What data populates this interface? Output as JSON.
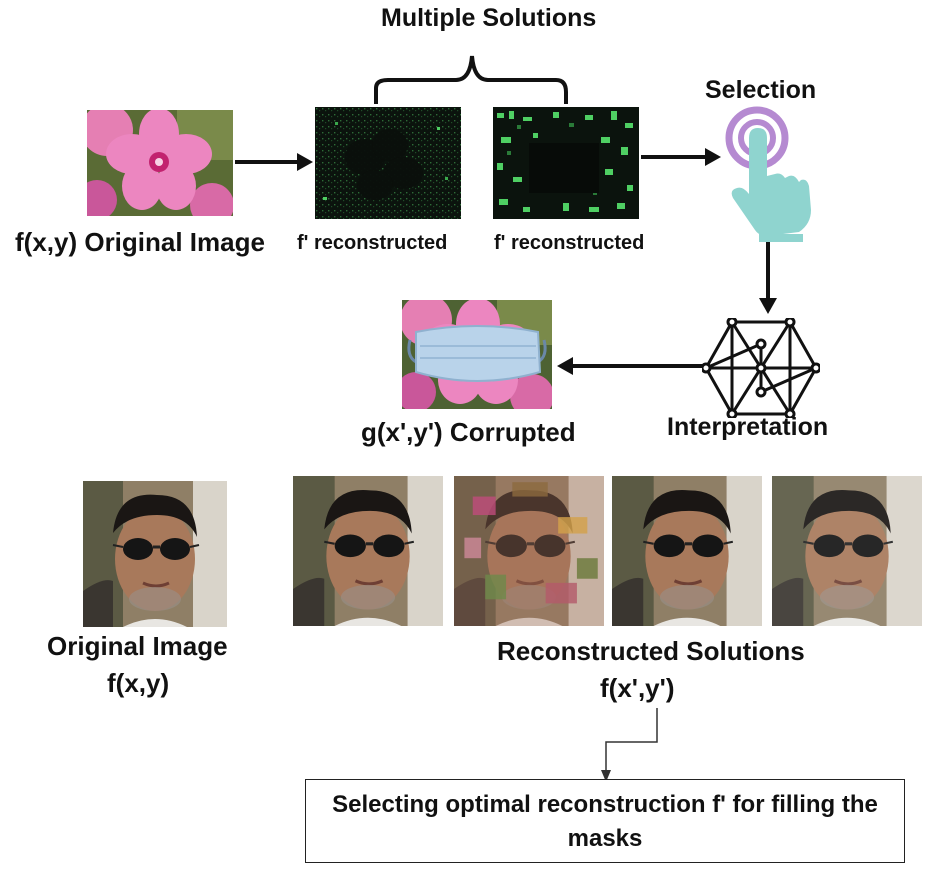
{
  "top": {
    "multiple_solutions": "Multiple Solutions",
    "selection": "Selection",
    "original_label": "f(x,y) Original Image",
    "recon1_label": "f' reconstructed",
    "recon2_label": "f' reconstructed"
  },
  "middle": {
    "corrupted_label": "g(x',y') Corrupted",
    "interpretation": "Interpretation"
  },
  "bottom": {
    "original_line1": "Original Image",
    "original_line2": "f(x,y)",
    "recon_line1": "Reconstructed Solutions",
    "recon_line2": "f(x',y')",
    "box_text": "Selecting optimal reconstruction f' for filling the masks"
  },
  "colors": {
    "flower_pink": "#e86fb0",
    "flower_bg": "#5a6b35",
    "recon_bg": "#0b130d",
    "recon_green": "#4fcf63",
    "hand": "#8fd4cf",
    "target": "#b58ad1",
    "mask": "#b9d3ea"
  }
}
